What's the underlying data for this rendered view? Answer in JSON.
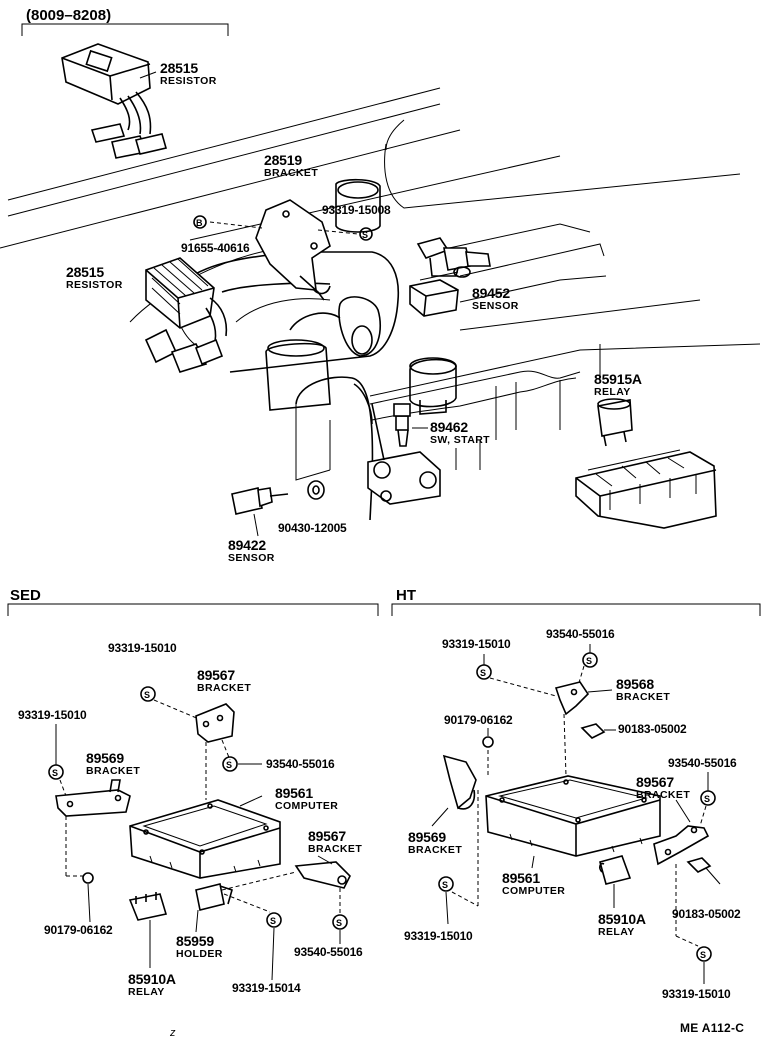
{
  "header": {
    "range": "(8009–8208)"
  },
  "top": {
    "resistor_top": {
      "pn": "28515",
      "name": "RESISTOR"
    },
    "bracket": {
      "pn": "28519",
      "name": "BRACKET"
    },
    "screw": {
      "pn": "93319-15008"
    },
    "bolt": {
      "pn": "91655-40616"
    },
    "resistor": {
      "pn": "28515",
      "name": "RESISTOR"
    },
    "sensor_mid": {
      "pn": "89452",
      "name": "SENSOR"
    },
    "relay_top": {
      "pn": "85915A",
      "name": "RELAY"
    },
    "switch": {
      "pn": "89462",
      "name": "SW, START"
    },
    "washer": {
      "pn": "90430-12005"
    },
    "sensor_low": {
      "pn": "89422",
      "name": "SENSOR"
    }
  },
  "sed": {
    "title": "SED",
    "screw_a": {
      "pn": "93319-15010"
    },
    "bracket_a": {
      "pn": "89567",
      "name": "BRACKET"
    },
    "screw_b": {
      "pn": "93319-15010"
    },
    "bracket_b": {
      "pn": "89569",
      "name": "BRACKET"
    },
    "screw_c": {
      "pn": "93540-55016"
    },
    "computer": {
      "pn": "89561",
      "name": "COMPUTER"
    },
    "bracket_c": {
      "pn": "89567",
      "name": "BRACKET"
    },
    "bolt": {
      "pn": "90179-06162"
    },
    "holder": {
      "pn": "85959",
      "name": "HOLDER"
    },
    "screw_d": {
      "pn": "93540-55016"
    },
    "relay": {
      "pn": "85910A",
      "name": "RELAY"
    },
    "screw_e": {
      "pn": "93319-15014"
    }
  },
  "ht": {
    "title": "HT",
    "screw_a": {
      "pn": "93319-15010"
    },
    "screw_b": {
      "pn": "93540-55016"
    },
    "bracket_a": {
      "pn": "89568",
      "name": "BRACKET"
    },
    "bolt": {
      "pn": "90179-06162"
    },
    "clip_a": {
      "pn": "90183-05002"
    },
    "screw_c": {
      "pn": "93540-55016"
    },
    "bracket_b": {
      "pn": "89567",
      "name": "BRACKET"
    },
    "bracket_c": {
      "pn": "89569",
      "name": "BRACKET"
    },
    "computer": {
      "pn": "89561",
      "name": "COMPUTER"
    },
    "clip_b": {
      "pn": "90183-05002"
    },
    "relay": {
      "pn": "85910A",
      "name": "RELAY"
    },
    "screw_d": {
      "pn": "93319-15010"
    },
    "screw_e": {
      "pn": "93319-15010"
    }
  },
  "footer": {
    "code": "ME  A112-C",
    "mark": "z"
  }
}
